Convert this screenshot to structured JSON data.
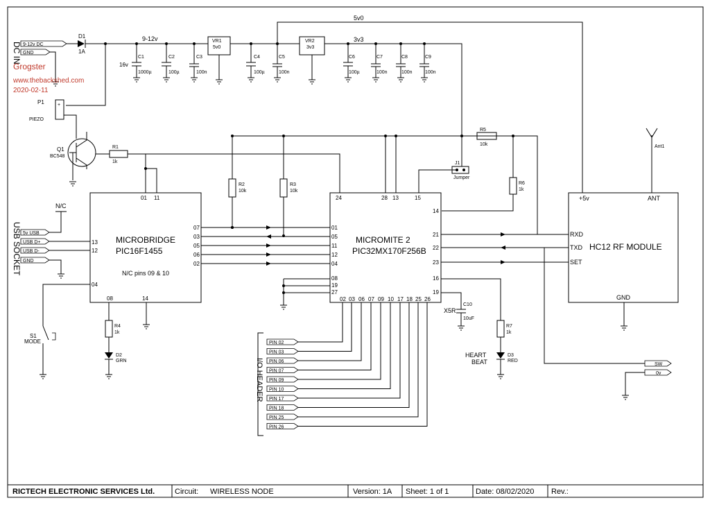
{
  "author": {
    "name": "Grogster",
    "site": "www.thebackshed.com",
    "date": "2020-02-11"
  },
  "labels": {
    "dc_in": "DC IN",
    "usb_socket": "USB SOCKET",
    "io_header": "I/O HEADER",
    "net_9_12": "9-12v",
    "net_5v0": "5v0",
    "net_3v3": "3v3",
    "x5r": "X5R",
    "heart_beat": "HEART\nBEAT",
    "nc": "N/C",
    "mode": "MODE",
    "piezo": "PIEZO",
    "jumper": "Jumper"
  },
  "dc_connectors": [
    "9-12v DC",
    "GND"
  ],
  "usb_connectors": [
    "5v USB",
    "USB D+",
    "USB D-",
    "GND"
  ],
  "right_connectors": [
    "SW",
    "0v"
  ],
  "io_pins": [
    "PIN 02",
    "PIN 03",
    "PIN 06",
    "PIN 07",
    "PIN 09",
    "PIN 10",
    "PIN 17",
    "PIN 18",
    "PIN 25",
    "PIN 26"
  ],
  "components": {
    "D1": {
      "ref": "D1",
      "val": "1A"
    },
    "C1": {
      "ref": "C1",
      "val": "1000µ",
      "v": "16v"
    },
    "C2": {
      "ref": "C2",
      "val": "100µ"
    },
    "C3": {
      "ref": "C3",
      "val": "100n"
    },
    "VR1": {
      "ref": "VR1",
      "val": "5v0"
    },
    "C4": {
      "ref": "C4",
      "val": "100µ"
    },
    "C5": {
      "ref": "C5",
      "val": "100n"
    },
    "VR2": {
      "ref": "VR2",
      "val": "3v3"
    },
    "C6": {
      "ref": "C6",
      "val": "100µ"
    },
    "C7": {
      "ref": "C7",
      "val": "100n"
    },
    "C8": {
      "ref": "C8",
      "val": "100n"
    },
    "C9": {
      "ref": "C9",
      "val": "100n"
    },
    "P1": {
      "ref": "P1"
    },
    "Q1": {
      "ref": "Q1",
      "val": "BC548"
    },
    "R1": {
      "ref": "R1",
      "val": "1k"
    },
    "R2": {
      "ref": "R2",
      "val": "10k"
    },
    "R3": {
      "ref": "R3",
      "val": "10k"
    },
    "R4": {
      "ref": "R4",
      "val": "1k"
    },
    "R5": {
      "ref": "R5",
      "val": "10k"
    },
    "R6": {
      "ref": "R6",
      "val": "1k"
    },
    "R7": {
      "ref": "R7",
      "val": "1k"
    },
    "J1": {
      "ref": "J1"
    },
    "C10": {
      "ref": "C10",
      "val": "10uF"
    },
    "D2": {
      "ref": "D2",
      "val": "GRN"
    },
    "D3": {
      "ref": "D3",
      "val": "RED"
    },
    "S1": {
      "ref": "S1"
    },
    "ANT": {
      "ref": "Ant1"
    }
  },
  "chips": {
    "microbridge": {
      "line1": "MICROBRIDGE",
      "line2": "PIC16F1455",
      "note": "N/C pins 09 & 10",
      "top_pins": [
        "01",
        "11"
      ],
      "left_pins": [
        "13",
        "12",
        "04"
      ],
      "right_pins": [
        "07",
        "03",
        "05",
        "06",
        "02"
      ],
      "bottom_pins": [
        "08",
        "14"
      ]
    },
    "micromite": {
      "line1": "MICROMITE 2",
      "line2": "PIC32MX170F256B",
      "top_pins": [
        "24",
        "28",
        "13",
        "15"
      ],
      "left_pins": [
        "01",
        "05",
        "11",
        "12",
        "04",
        "08",
        "19",
        "27"
      ],
      "right_pins": [
        "14",
        "21",
        "22",
        "23",
        "16",
        "19"
      ],
      "bottom_pins": [
        "02",
        "03",
        "06",
        "07",
        "09",
        "10",
        "17",
        "18",
        "25",
        "26"
      ]
    },
    "hc12": {
      "title": "HC12 RF MODULE",
      "pins": [
        "+5v",
        "ANT",
        "RXD",
        "TXD",
        "SET",
        "GND"
      ]
    }
  },
  "title_block": {
    "company": "RICTECH ELECTRONIC SERVICES Ltd.",
    "circuit_label": "Circuit:",
    "circuit": "WIRELESS NODE",
    "version": "Version: 1A",
    "sheet": "Sheet:  1    of    1",
    "date": "Date: 08/02/2020",
    "rev": "Rev.:"
  }
}
